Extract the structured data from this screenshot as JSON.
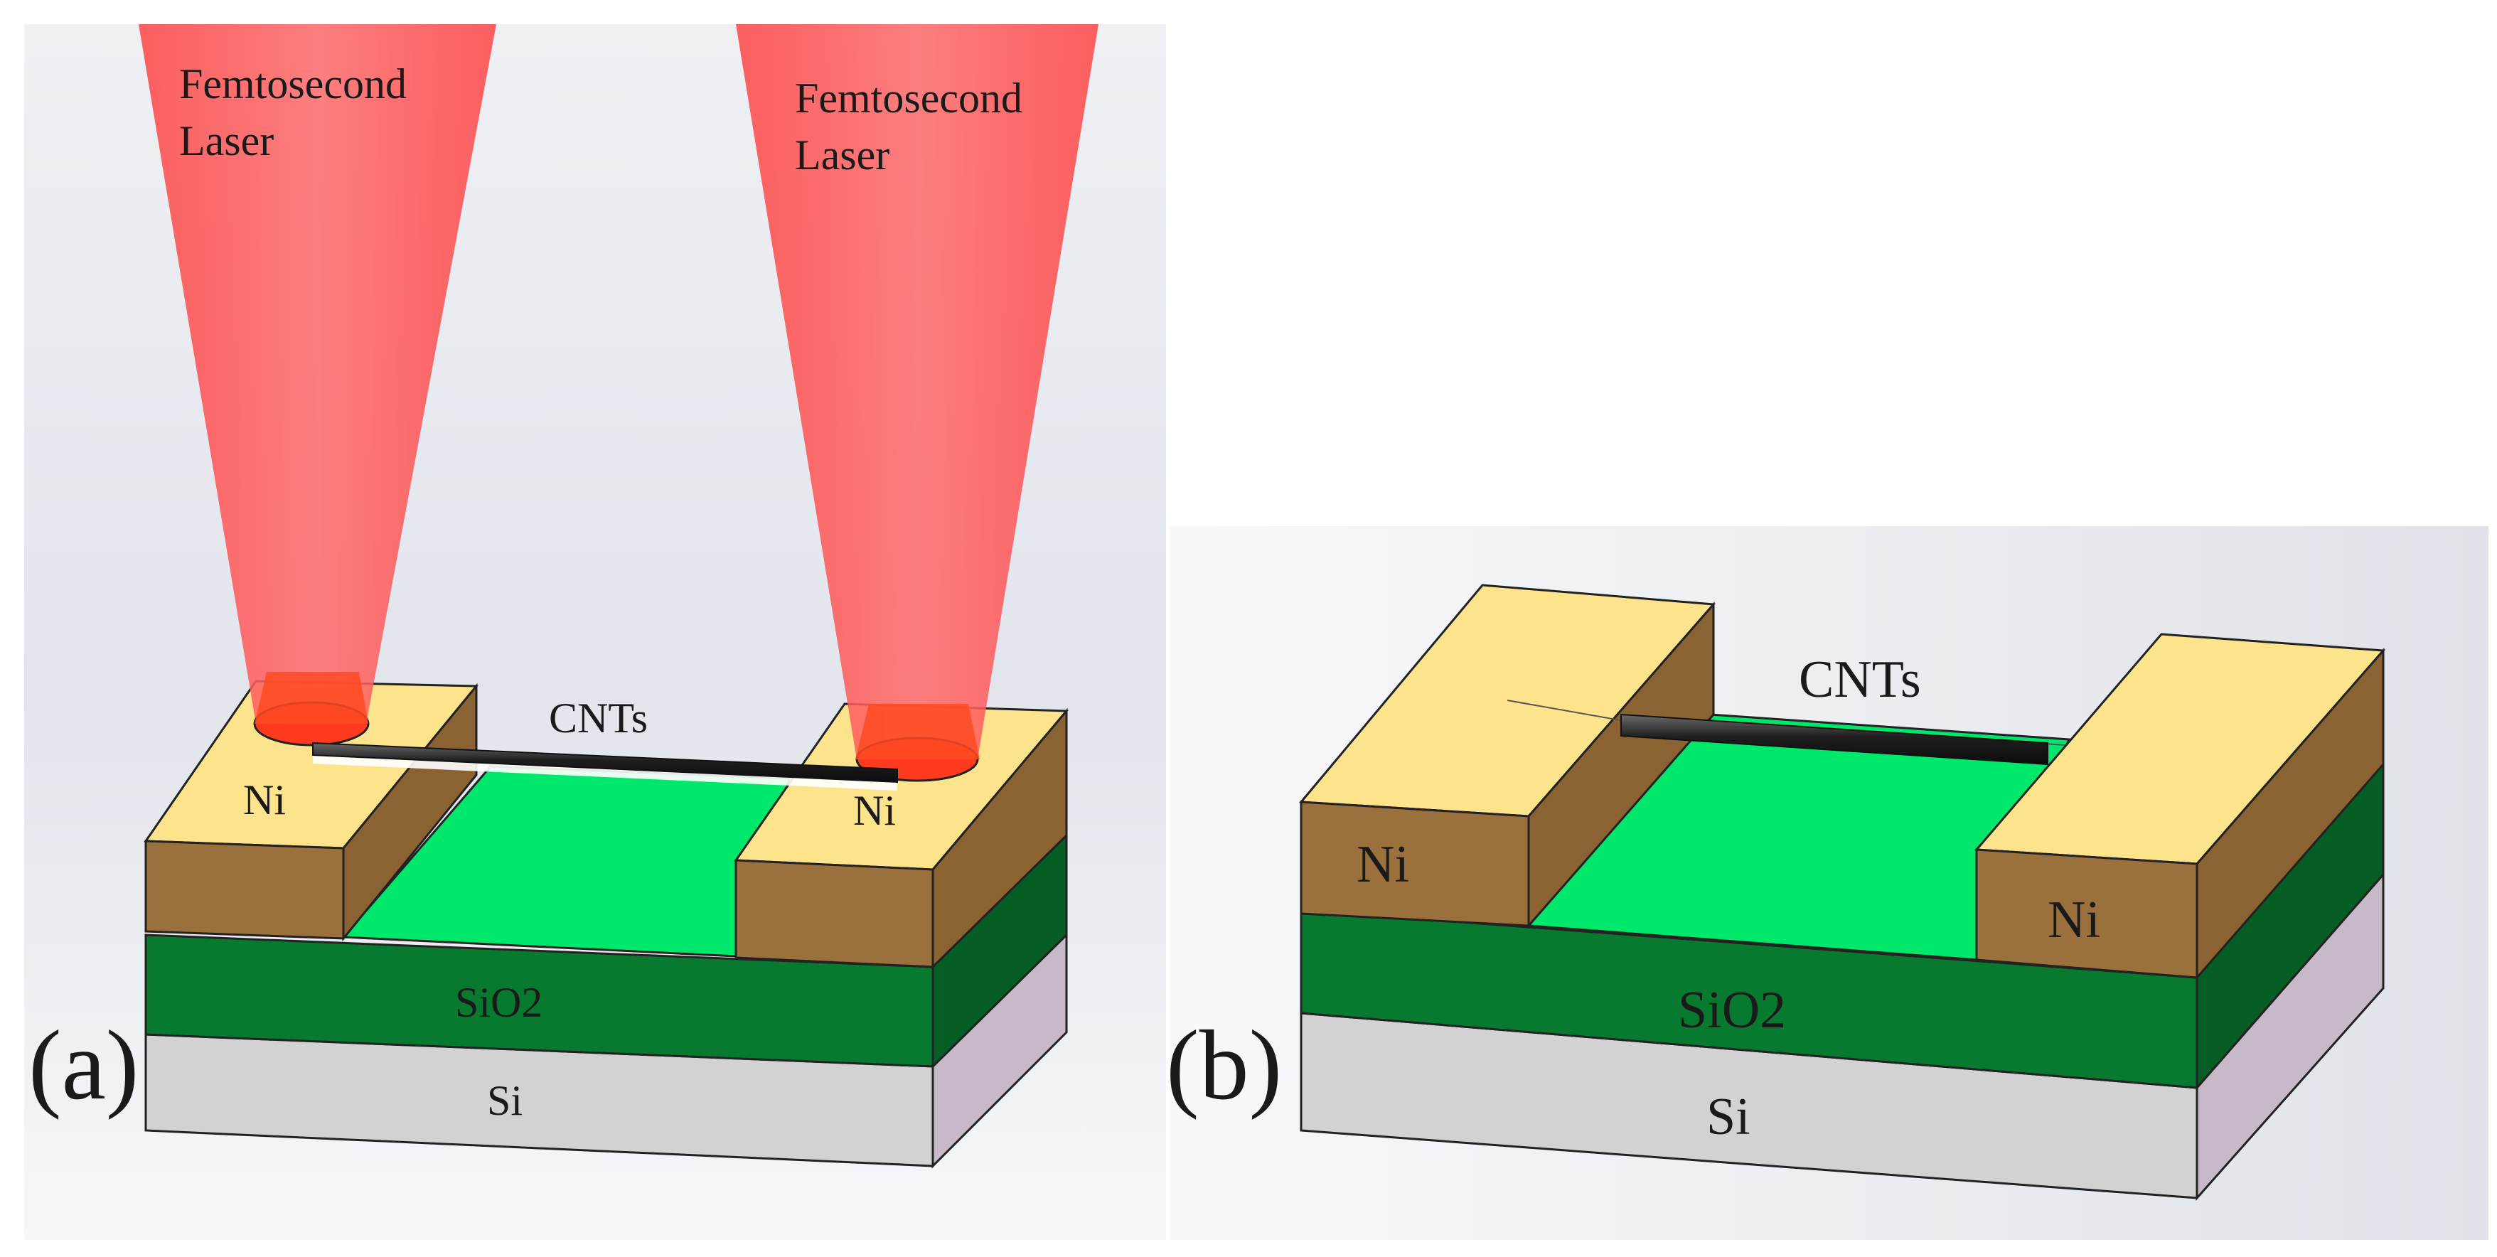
{
  "panel_a": {
    "tag": "(a)",
    "laser_left_label": [
      "Femtosecond",
      "Laser"
    ],
    "laser_right_label": [
      "Femtosecond",
      "Laser"
    ],
    "cnt_label": "CNTs",
    "electrode_left_label": "Ni",
    "electrode_right_label": "Ni",
    "oxide_label": "SiO2",
    "substrate_label": "Si"
  },
  "panel_b": {
    "tag": "(b)",
    "cnt_label": "CNTs",
    "electrode_left_label": "Ni",
    "electrode_right_label": "Ni",
    "oxide_label": "SiO2",
    "substrate_label": "Si"
  },
  "colors": {
    "si_front": "#d2d2d2",
    "si_side": "#c6b9c8",
    "sio2_front": "#087a30",
    "sio2_side": "#065e24",
    "channel": "#00e86c",
    "ni_top": "#fde48c",
    "ni_front": "#9a703c",
    "laser": "#ff4a4a",
    "laser_spot": "#ff3a1e",
    "cnt": "#262626"
  }
}
